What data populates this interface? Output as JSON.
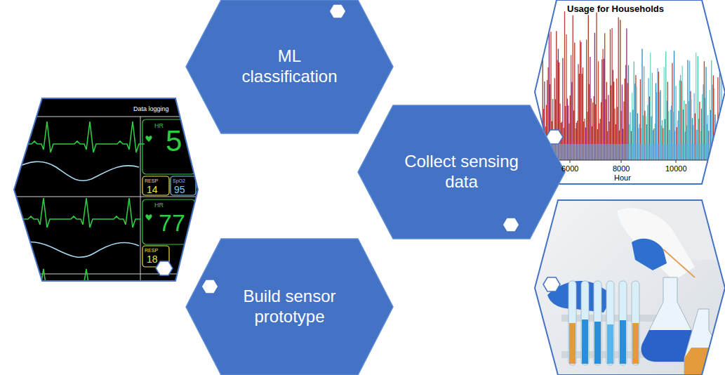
{
  "diagram": {
    "nodes": [
      {
        "text": [
          "ML classification"
        ]
      },
      {
        "text": [
          "Collect sensing data"
        ]
      },
      {
        "text": [
          "Build sensor prototype"
        ]
      }
    ],
    "labels": [
      "Data logging",
      "HR",
      "5",
      "RESP",
      "14",
      "SpO2",
      "95",
      "HR",
      "77",
      "RESP",
      "18",
      "Usage for Households",
      "6000",
      "8000",
      "10000",
      "Hour"
    ]
  }
}
